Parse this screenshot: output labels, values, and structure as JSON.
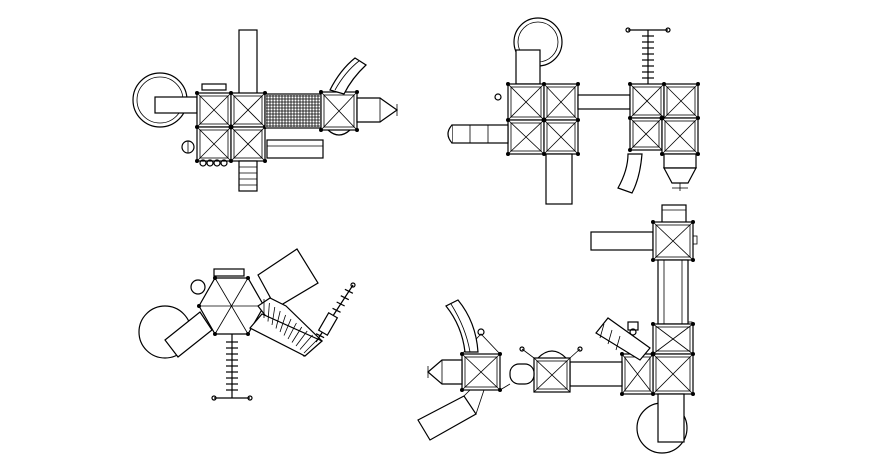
{
  "drawing": {
    "type": "cad-plan",
    "description_visible_text": "",
    "line_color": "#000000",
    "background_color": "#ffffff",
    "plans": [
      {
        "id": "plan-1",
        "modules": [
          "round-deck",
          "square-deck",
          "square-deck",
          "square-deck",
          "square-deck",
          "net-bridge",
          "square-deck",
          "roof-point",
          "slide",
          "tube",
          "ladder"
        ]
      },
      {
        "id": "plan-2",
        "modules": [
          "round-deck",
          "square-deck",
          "square-deck",
          "square-deck",
          "square-deck",
          "bridge",
          "square-deck",
          "square-deck",
          "square-deck",
          "square-deck",
          "tube",
          "slide",
          "ladder",
          "climber"
        ]
      },
      {
        "id": "plan-3",
        "modules": [
          "hexagon-deck",
          "round-deck",
          "ladder",
          "stepped-bridge",
          "slide",
          "climber",
          "ladder"
        ]
      },
      {
        "id": "plan-4",
        "modules": [
          "square-deck",
          "square-deck",
          "square-deck",
          "square-deck",
          "bridge",
          "bridge",
          "slide",
          "slide",
          "round-deck",
          "roof-point",
          "ladder"
        ]
      }
    ]
  }
}
